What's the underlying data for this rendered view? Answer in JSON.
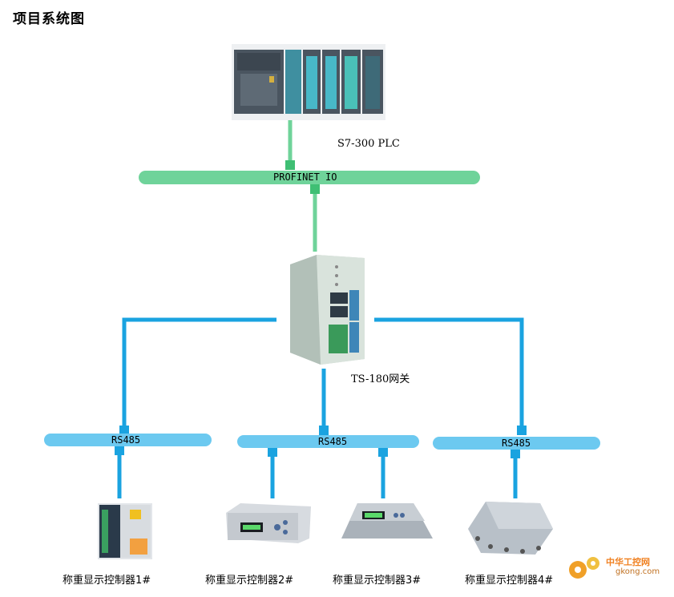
{
  "title": "项目系统图",
  "plc": {
    "label": "S7-300 PLC"
  },
  "profinet": {
    "label": "PROFINET IO"
  },
  "gateway": {
    "label": "TS-180网关"
  },
  "rs485_buses": [
    {
      "label": "RS485"
    },
    {
      "label": "RS485"
    },
    {
      "label": "RS485"
    }
  ],
  "devices": [
    {
      "label": "称重显示控制器1#"
    },
    {
      "label": "称重显示控制器2#"
    },
    {
      "label": "称重显示控制器3#"
    },
    {
      "label": "称重显示控制器4#"
    }
  ],
  "watermark": {
    "text": "中华工控网",
    "url": "gkong.com"
  },
  "colors": {
    "profinet": "#6fd39a",
    "rs485": "#1aa3e0",
    "rs485_bus": "#6cc9f0"
  }
}
